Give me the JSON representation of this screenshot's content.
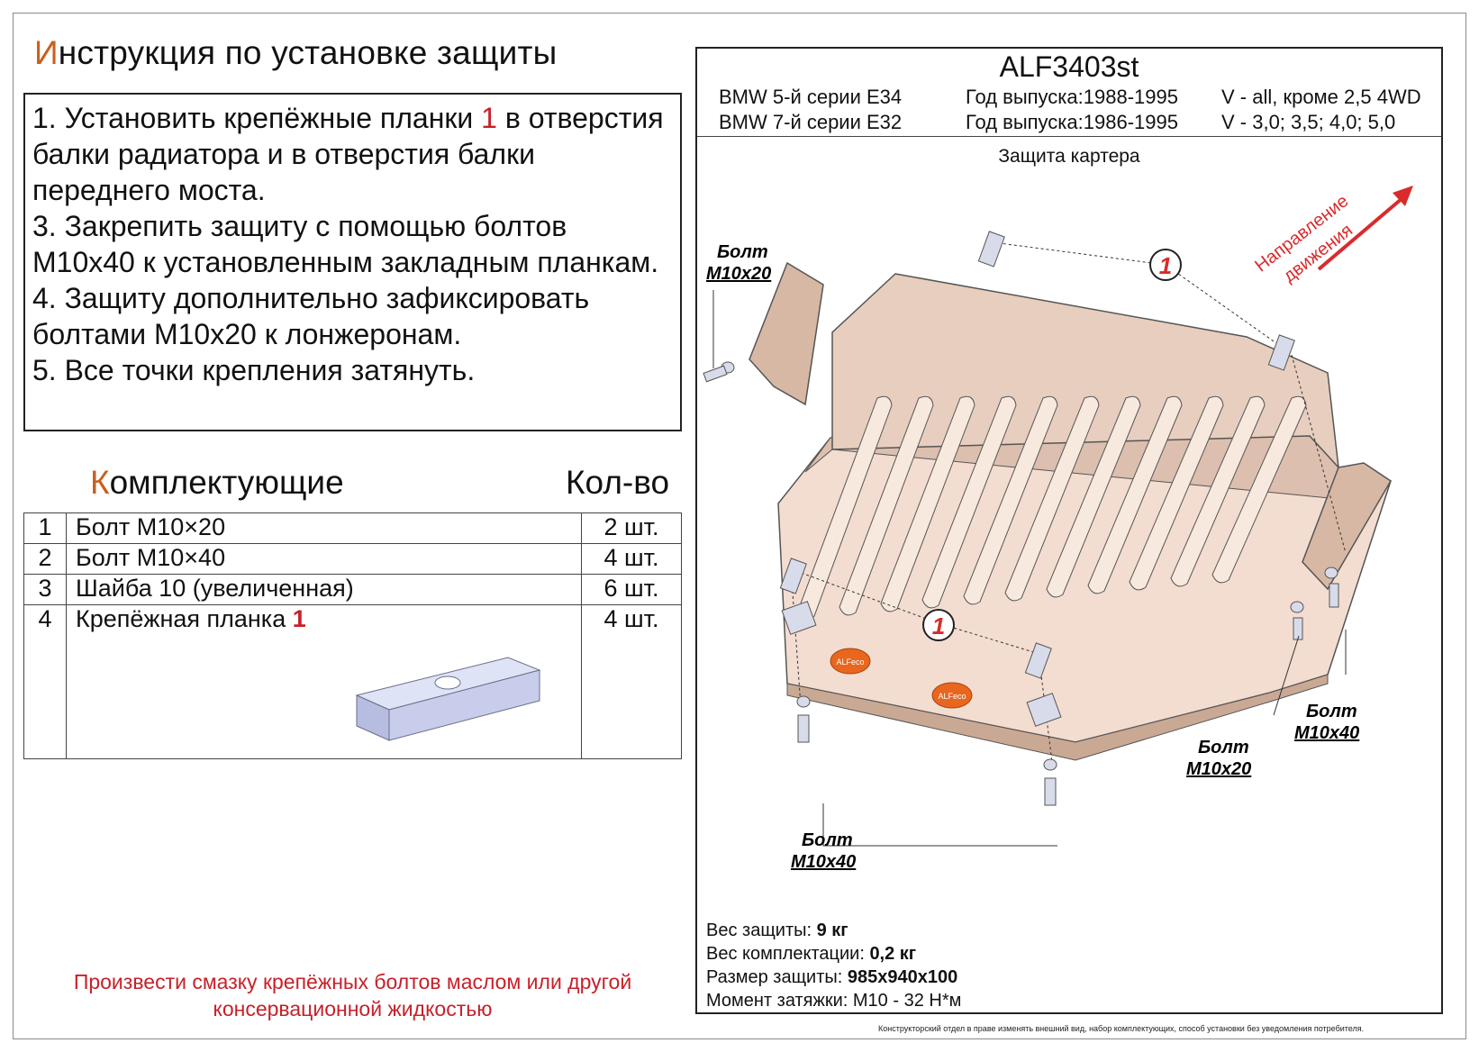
{
  "title": {
    "first_letter": "И",
    "rest": "нструкция по установке защиты"
  },
  "instructions": [
    {
      "before": "1. Установить крепёжные планки ",
      "highlight": "1",
      "after": " в отверстия балки радиатора и в отверстия балки переднего моста."
    },
    {
      "before": "3. Закрепить защиту с помощью болтов М10х40 к установленным закладным планкам.",
      "highlight": "",
      "after": ""
    },
    {
      "before": "4. Защиту дополнительно зафиксировать болтами М10х20 к лонжеронам.",
      "highlight": "",
      "after": ""
    },
    {
      "before": "5. Все точки крепления затянуть.",
      "highlight": "",
      "after": ""
    }
  ],
  "kit": {
    "title_first_letter": "К",
    "title_rest": "омплектующие",
    "qty_header": "Кол-во",
    "rows": [
      {
        "num": "1",
        "name": "Болт М10×20",
        "highlight": "",
        "qty": "2 шт."
      },
      {
        "num": "2",
        "name": "Болт М10×40",
        "highlight": "",
        "qty": "4 шт."
      },
      {
        "num": "3",
        "name": "Шайба 10 (увеличенная)",
        "highlight": "",
        "qty": "6 шт."
      },
      {
        "num": "4",
        "name": "Крепёжная планка ",
        "highlight": "1",
        "qty": "4 шт."
      }
    ]
  },
  "note": "Произвести смазку крепёжных болтов маслом или другой консервационной жидкостью",
  "header": {
    "code": "ALF3403st",
    "models": [
      "BMW 5-й серии E34",
      "BMW 7-й серии E32"
    ],
    "years": [
      "Год выпуска:1988-1995",
      "Год выпуска:1986-1995"
    ],
    "engines": [
      "V - all, кроме 2,5 4WD",
      "V - 3,0; 3,5; 4,0; 5,0"
    ]
  },
  "drawing": {
    "title": "Защита картера",
    "direction": [
      "Направление",
      "движения"
    ],
    "callout": "1",
    "labels": [
      {
        "top": "Болт",
        "bottom": "М10х20"
      },
      {
        "top": "Болт",
        "bottom": "М10х40"
      },
      {
        "top": "Болт",
        "bottom": "М10х20"
      },
      {
        "top": "Болт",
        "bottom": "М10х40"
      }
    ],
    "logo": "ALFeco"
  },
  "specs": [
    {
      "label": "Вес защиты: ",
      "value": "9 кг"
    },
    {
      "label": "Вес комплектации: ",
      "value": "0,2 кг"
    },
    {
      "label": "Размер защиты: ",
      "value": "985х940х100"
    },
    {
      "label": "Момент затяжки: М10 - 32 Н*м",
      "value": ""
    }
  ],
  "fine_print": "Конструкторский отдел в праве изменять внешний вид, набор комплектующих, способ установки без уведомления потребителя.",
  "colors": {
    "accent": "#c8601e",
    "red": "#c8202a",
    "plate": "#e9d2c2",
    "plate_dark": "#cdb1a0",
    "logo_orange": "#e8661e",
    "bracket": "#c7cdeb"
  }
}
